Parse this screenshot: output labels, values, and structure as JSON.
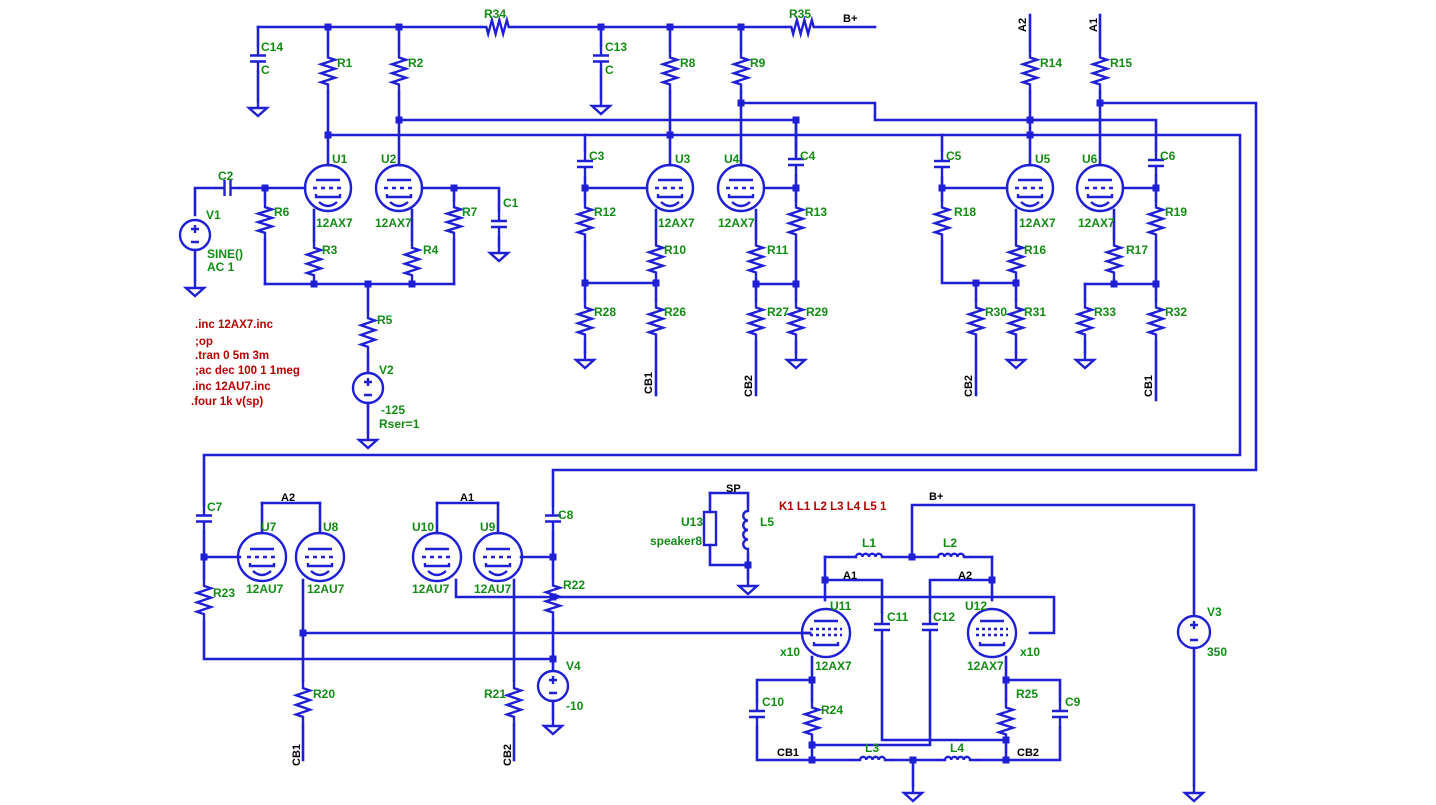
{
  "labels": [
    {
      "name": "r34",
      "text": "R34",
      "kind": "ref"
    },
    {
      "name": "r35",
      "text": "R35",
      "kind": "ref"
    },
    {
      "name": "c14",
      "text": "C14",
      "kind": "ref"
    },
    {
      "name": "c14v",
      "text": "C",
      "kind": "ref"
    },
    {
      "name": "c13",
      "text": "C13",
      "kind": "ref"
    },
    {
      "name": "c13v",
      "text": "C",
      "kind": "ref"
    },
    {
      "name": "r1",
      "text": "R1",
      "kind": "ref"
    },
    {
      "name": "r2",
      "text": "R2",
      "kind": "ref"
    },
    {
      "name": "r8",
      "text": "R8",
      "kind": "ref"
    },
    {
      "name": "r9",
      "text": "R9",
      "kind": "ref"
    },
    {
      "name": "r14",
      "text": "R14",
      "kind": "ref"
    },
    {
      "name": "r15",
      "text": "R15",
      "kind": "ref"
    },
    {
      "name": "u1",
      "text": "U1",
      "kind": "ref"
    },
    {
      "name": "u1v",
      "text": "12AX7",
      "kind": "ref"
    },
    {
      "name": "u2",
      "text": "U2",
      "kind": "ref"
    },
    {
      "name": "u2v",
      "text": "12AX7",
      "kind": "ref"
    },
    {
      "name": "u3",
      "text": "U3",
      "kind": "ref"
    },
    {
      "name": "u3v",
      "text": "12AX7",
      "kind": "ref"
    },
    {
      "name": "u4",
      "text": "U4",
      "kind": "ref"
    },
    {
      "name": "u4v",
      "text": "12AX7",
      "kind": "ref"
    },
    {
      "name": "u5",
      "text": "U5",
      "kind": "ref"
    },
    {
      "name": "u5v",
      "text": "12AX7",
      "kind": "ref"
    },
    {
      "name": "u6",
      "text": "U6",
      "kind": "ref"
    },
    {
      "name": "u6v",
      "text": "12AX7",
      "kind": "ref"
    },
    {
      "name": "c2",
      "text": "C2",
      "kind": "ref"
    },
    {
      "name": "v1",
      "text": "V1",
      "kind": "ref"
    },
    {
      "name": "v1v",
      "text": "SINE()",
      "kind": "ref"
    },
    {
      "name": "v1ac",
      "text": "AC 1",
      "kind": "ref"
    },
    {
      "name": "r6",
      "text": "R6",
      "kind": "ref"
    },
    {
      "name": "r7",
      "text": "R7",
      "kind": "ref"
    },
    {
      "name": "c1",
      "text": "C1",
      "kind": "ref"
    },
    {
      "name": "r3",
      "text": "R3",
      "kind": "ref"
    },
    {
      "name": "r4",
      "text": "R4",
      "kind": "ref"
    },
    {
      "name": "r5",
      "text": "R5",
      "kind": "ref"
    },
    {
      "name": "v2",
      "text": "V2",
      "kind": "ref"
    },
    {
      "name": "v2v",
      "text": "-125",
      "kind": "ref"
    },
    {
      "name": "v2r",
      "text": "Rser=1",
      "kind": "ref"
    },
    {
      "name": "c3",
      "text": "C3",
      "kind": "ref"
    },
    {
      "name": "c4",
      "text": "C4",
      "kind": "ref"
    },
    {
      "name": "r12",
      "text": "R12",
      "kind": "ref"
    },
    {
      "name": "r10",
      "text": "R10",
      "kind": "ref"
    },
    {
      "name": "r11",
      "text": "R11",
      "kind": "ref"
    },
    {
      "name": "r13",
      "text": "R13",
      "kind": "ref"
    },
    {
      "name": "r28",
      "text": "R28",
      "kind": "ref"
    },
    {
      "name": "r26",
      "text": "R26",
      "kind": "ref"
    },
    {
      "name": "r27",
      "text": "R27",
      "kind": "ref"
    },
    {
      "name": "r29",
      "text": "R29",
      "kind": "ref"
    },
    {
      "name": "c5",
      "text": "C5",
      "kind": "ref"
    },
    {
      "name": "c6",
      "text": "C6",
      "kind": "ref"
    },
    {
      "name": "r18",
      "text": "R18",
      "kind": "ref"
    },
    {
      "name": "r16",
      "text": "R16",
      "kind": "ref"
    },
    {
      "name": "r17",
      "text": "R17",
      "kind": "ref"
    },
    {
      "name": "r19",
      "text": "R19",
      "kind": "ref"
    },
    {
      "name": "r30",
      "text": "R30",
      "kind": "ref"
    },
    {
      "name": "r31",
      "text": "R31",
      "kind": "ref"
    },
    {
      "name": "r33",
      "text": "R33",
      "kind": "ref"
    },
    {
      "name": "r32",
      "text": "R32",
      "kind": "ref"
    },
    {
      "name": "c7",
      "text": "C7",
      "kind": "ref"
    },
    {
      "name": "u7",
      "text": "U7",
      "kind": "ref"
    },
    {
      "name": "u7v",
      "text": "12AU7",
      "kind": "ref"
    },
    {
      "name": "u8",
      "text": "U8",
      "kind": "ref"
    },
    {
      "name": "u8v",
      "text": "12AU7",
      "kind": "ref"
    },
    {
      "name": "r23",
      "text": "R23",
      "kind": "ref"
    },
    {
      "name": "r20",
      "text": "R20",
      "kind": "ref"
    },
    {
      "name": "u10",
      "text": "U10",
      "kind": "ref"
    },
    {
      "name": "u10v",
      "text": "12AU7",
      "kind": "ref"
    },
    {
      "name": "u9",
      "text": "U9",
      "kind": "ref"
    },
    {
      "name": "u9v",
      "text": "12AU7",
      "kind": "ref"
    },
    {
      "name": "c8",
      "text": "C8",
      "kind": "ref"
    },
    {
      "name": "r22",
      "text": "R22",
      "kind": "ref"
    },
    {
      "name": "r21",
      "text": "R21",
      "kind": "ref"
    },
    {
      "name": "v4",
      "text": "V4",
      "kind": "ref"
    },
    {
      "name": "v4v",
      "text": "-10",
      "kind": "ref"
    },
    {
      "name": "u13",
      "text": "U13",
      "kind": "ref"
    },
    {
      "name": "u13v",
      "text": "speaker8",
      "kind": "ref"
    },
    {
      "name": "l5",
      "text": "L5",
      "kind": "ref"
    },
    {
      "name": "l1",
      "text": "L1",
      "kind": "ref"
    },
    {
      "name": "l2",
      "text": "L2",
      "kind": "ref"
    },
    {
      "name": "u11",
      "text": "U11",
      "kind": "ref"
    },
    {
      "name": "u11v",
      "text": "12AX7",
      "kind": "ref"
    },
    {
      "name": "u11x",
      "text": "x10",
      "kind": "ref"
    },
    {
      "name": "c11",
      "text": "C11",
      "kind": "ref"
    },
    {
      "name": "c12",
      "text": "C12",
      "kind": "ref"
    },
    {
      "name": "u12",
      "text": "U12",
      "kind": "ref"
    },
    {
      "name": "u12v",
      "text": "12AX7",
      "kind": "ref"
    },
    {
      "name": "u12x",
      "text": "x10",
      "kind": "ref"
    },
    {
      "name": "c10",
      "text": "C10",
      "kind": "ref"
    },
    {
      "name": "r24",
      "text": "R24",
      "kind": "ref"
    },
    {
      "name": "r25",
      "text": "R25",
      "kind": "ref"
    },
    {
      "name": "c9",
      "text": "C9",
      "kind": "ref"
    },
    {
      "name": "l3",
      "text": "L3",
      "kind": "ref"
    },
    {
      "name": "l4",
      "text": "L4",
      "kind": "ref"
    },
    {
      "name": "v3",
      "text": "V3",
      "kind": "ref"
    },
    {
      "name": "v3v",
      "text": "350",
      "kind": "ref"
    },
    {
      "name": "net-bplus-top",
      "text": "B+",
      "kind": "net"
    },
    {
      "name": "net-a2-top",
      "text": "A2",
      "kind": "net",
      "rot": true
    },
    {
      "name": "net-a1-top",
      "text": "A1",
      "kind": "net",
      "rot": true
    },
    {
      "name": "net-cb1-r26",
      "text": "CB1",
      "kind": "net",
      "rot": true
    },
    {
      "name": "net-cb2-r27",
      "text": "CB2",
      "kind": "net",
      "rot": true
    },
    {
      "name": "net-cb2-r30",
      "text": "CB2",
      "kind": "net",
      "rot": true
    },
    {
      "name": "net-cb1-r32",
      "text": "CB1",
      "kind": "net",
      "rot": true
    },
    {
      "name": "net-a2-u7",
      "text": "A2",
      "kind": "net"
    },
    {
      "name": "net-a1-u9",
      "text": "A1",
      "kind": "net"
    },
    {
      "name": "net-cb1-r20",
      "text": "CB1",
      "kind": "net",
      "rot": true
    },
    {
      "name": "net-cb2-r21",
      "text": "CB2",
      "kind": "net",
      "rot": true
    },
    {
      "name": "net-sp",
      "text": "SP",
      "kind": "net"
    },
    {
      "name": "net-bplus-out",
      "text": "B+",
      "kind": "net"
    },
    {
      "name": "net-a1-out",
      "text": "A1",
      "kind": "net"
    },
    {
      "name": "net-a2-out",
      "text": "A2",
      "kind": "net"
    },
    {
      "name": "net-cb1-out",
      "text": "CB1",
      "kind": "net"
    },
    {
      "name": "net-cb2-out",
      "text": "CB2",
      "kind": "net"
    },
    {
      "name": "dir-inc-12ax7",
      "text": ".inc 12AX7.inc",
      "kind": "dir"
    },
    {
      "name": "dir-op",
      "text": ";op",
      "kind": "dir"
    },
    {
      "name": "dir-tran",
      "text": ".tran 0 5m 3m",
      "kind": "dir"
    },
    {
      "name": "dir-ac",
      "text": ";ac dec 100 1 1meg",
      "kind": "dir"
    },
    {
      "name": "dir-inc-12au7",
      "text": ".inc 12AU7.inc",
      "kind": "dir"
    },
    {
      "name": "dir-four",
      "text": ".four 1k v(sp)",
      "kind": "dir"
    },
    {
      "name": "dir-coupling",
      "text": "K1 L1 L2 L3 L4 L5 1",
      "kind": "dir"
    }
  ]
}
